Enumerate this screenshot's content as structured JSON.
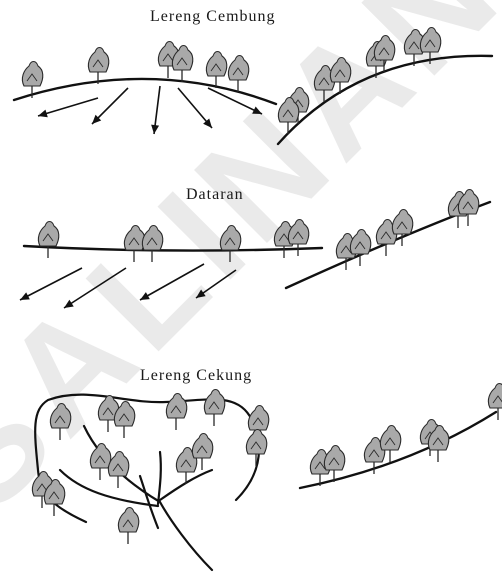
{
  "labels": {
    "convex": "Lereng Cembung",
    "plain": "Dataran",
    "concave": "Lereng Cekung"
  },
  "watermark": {
    "text": "SALINAN",
    "color": "#e6e6e6"
  },
  "colors": {
    "ink": "#111111",
    "tree_fill": "#a9a9a9"
  },
  "panels": [
    {
      "id": "convex",
      "ground_shape": "convex",
      "arrow_count": 5,
      "arrow_pattern": "radial-downward",
      "tree_icon": "tree-icon"
    },
    {
      "id": "plain",
      "ground_shape": "flat",
      "arrow_count": 4,
      "arrow_pattern": "parallel-downleft",
      "tree_icon": "tree-icon"
    },
    {
      "id": "concave",
      "ground_shape": "concave",
      "drainage_pattern": "dendritic",
      "tree_icon": "tree-icon"
    }
  ]
}
